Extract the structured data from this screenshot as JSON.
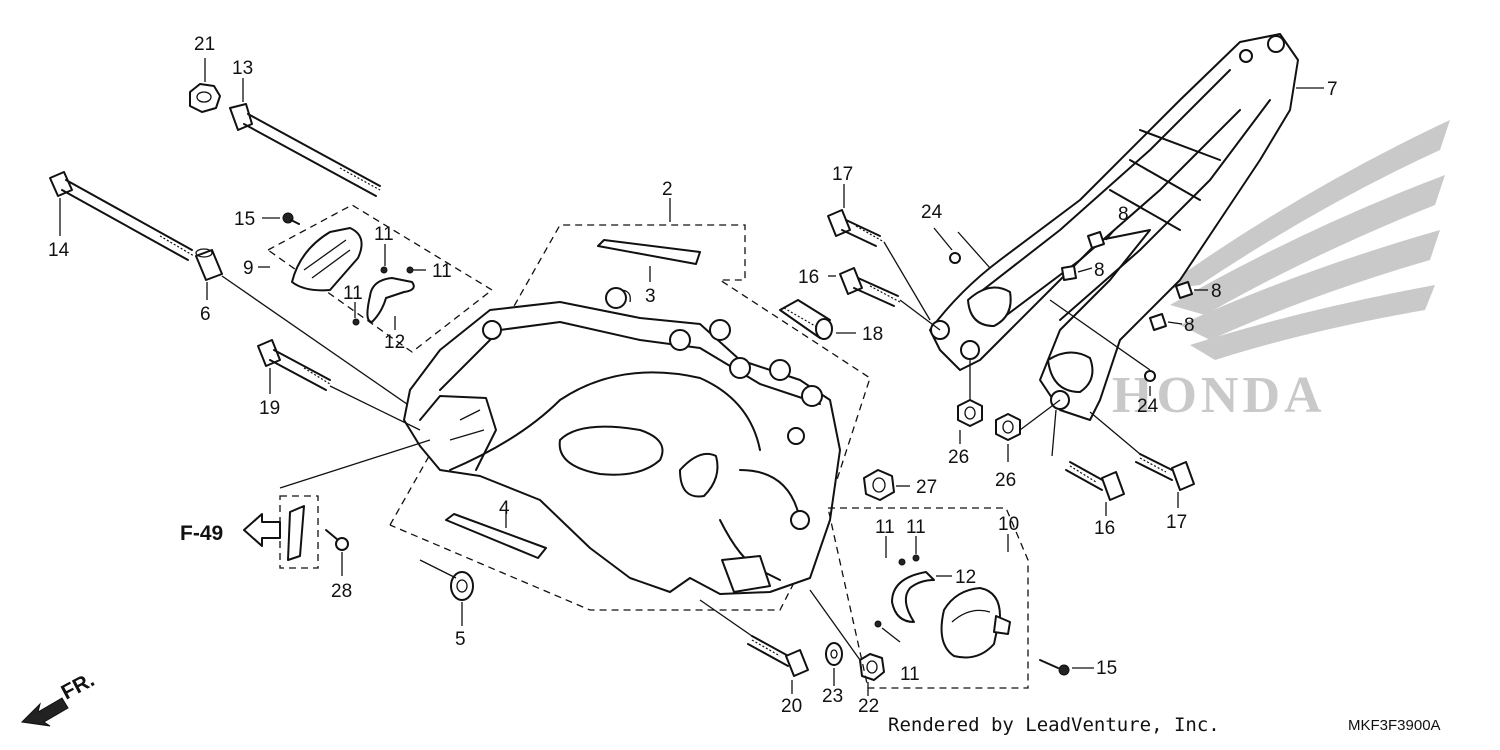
{
  "callouts": {
    "c1": "2",
    "c2": "3",
    "c3": "4",
    "c4": "5",
    "c5": "6",
    "c6": "7",
    "c7": "8",
    "c8": "8",
    "c9": "8",
    "c10": "8",
    "c11": "9",
    "c12": "10",
    "c13": "11",
    "c14": "11",
    "c15": "11",
    "c16": "11",
    "c17": "11",
    "c18": "11",
    "c19": "12",
    "c20": "12",
    "c21": "13",
    "c22": "14",
    "c23": "15",
    "c24": "15",
    "c25": "16",
    "c26": "16",
    "c27": "17",
    "c28": "17",
    "c29": "18",
    "c30": "19",
    "c31": "20",
    "c32": "21",
    "c33": "22",
    "c34": "23",
    "c35": "24",
    "c36": "24",
    "c37": "26",
    "c38": "26",
    "c39": "27",
    "c40": "28"
  },
  "reference": {
    "label": "F-49",
    "direction": "FR."
  },
  "footer": {
    "credit": "Rendered by LeadVenture, Inc.",
    "diagram_code": "MKF3F3900A"
  },
  "watermark": {
    "brand": "HONDA",
    "color": "#c9c9c9"
  }
}
